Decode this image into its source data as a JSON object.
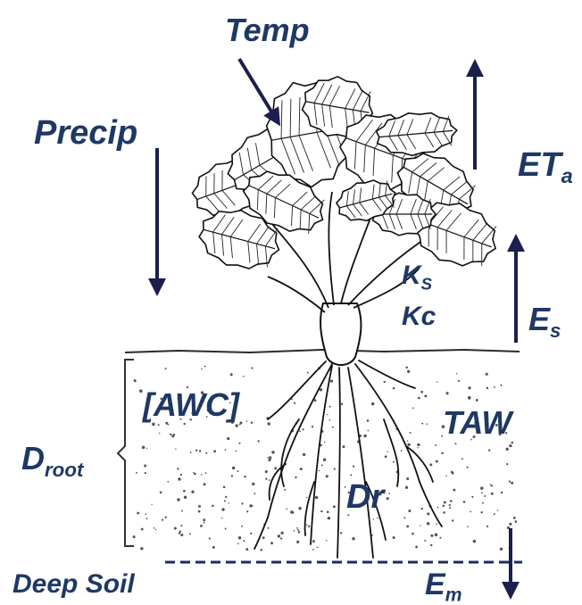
{
  "labels": {
    "temp": "Temp",
    "precip": "Precip",
    "et_main": "ET",
    "et_sub": "a",
    "ks_main": "K",
    "ks_sub": "S",
    "kc": "Kc",
    "es_main": "E",
    "es_sub": "s",
    "awc": "[AWC]",
    "taw": "TAW",
    "droot_main": "D",
    "droot_sub": "root",
    "dr": "Dr",
    "deep_soil": "Deep Soil",
    "em_main": "E",
    "em_sub": "m"
  },
  "colors": {
    "label": "#1f3864",
    "arrow": "#1b1f4d",
    "soil_line": "#2a2a2a",
    "plant_line": "#111111",
    "deep_line": "#1f2a5e"
  }
}
